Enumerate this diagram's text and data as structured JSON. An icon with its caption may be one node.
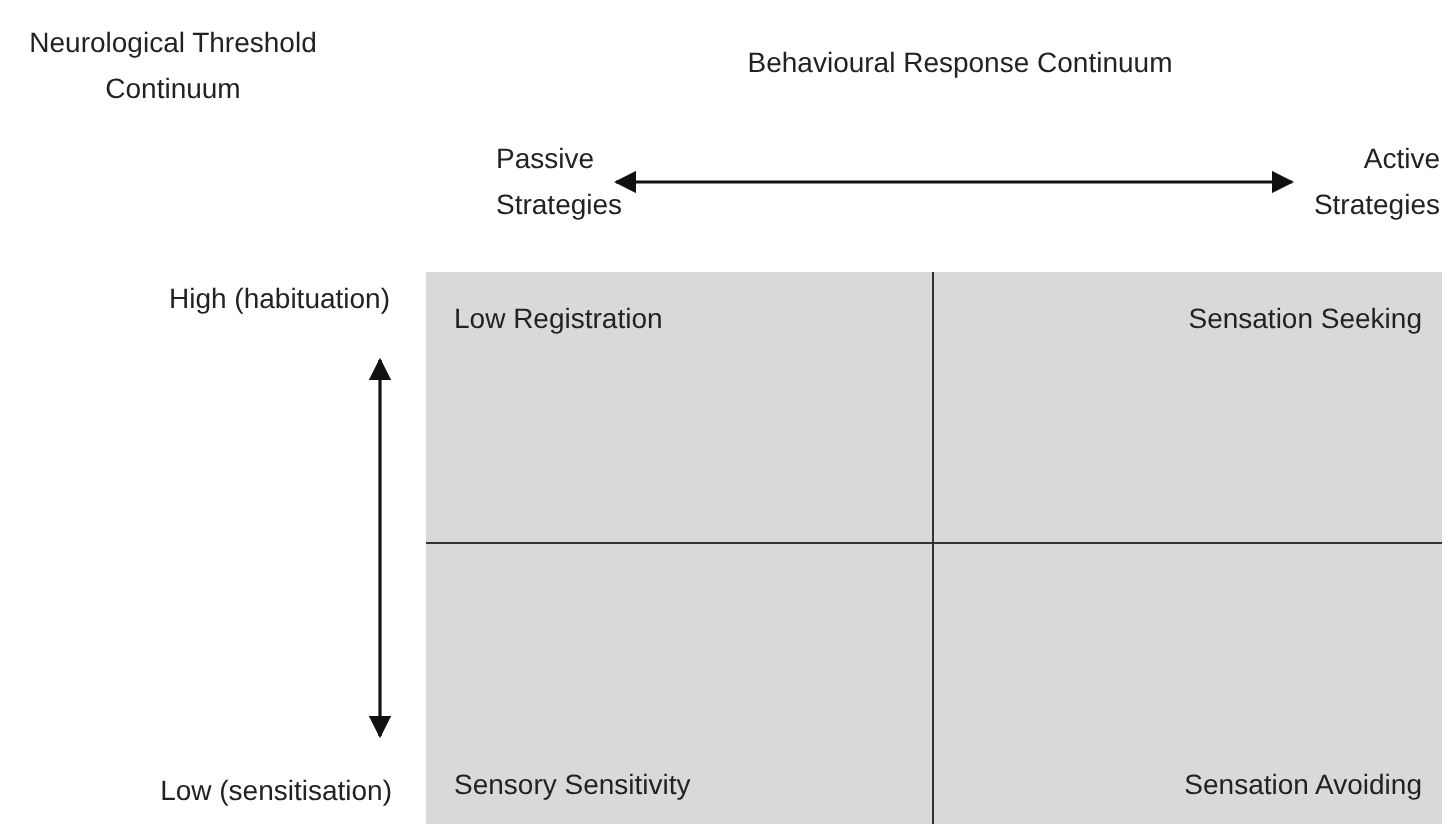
{
  "diagram": {
    "nodes": [
      {
        "text": [
          "Passive Strategies"
        ]
      },
      {
        "text": [
          "Active Strategies"
        ]
      },
      {
        "text": [
          "High (habituation)"
        ]
      },
      {
        "text": [
          "Low (sensitisation)"
        ]
      },
      {
        "text": [],
        "shape": "box"
      },
      {
        "text": [
          "Low Registration"
        ],
        "in": 4
      },
      {
        "text": [
          "Sensation Seeking"
        ],
        "in": 4
      },
      {
        "text": [
          "Sensory Sensitivity"
        ],
        "in": 4
      },
      {
        "text": [
          "Sensation Avoiding"
        ],
        "in": 4
      }
    ],
    "edges": [
      {
        "from": 0,
        "to": 1,
        "arrow": "both"
      },
      {
        "from": 2,
        "to": 3,
        "arrow": "both"
      }
    ],
    "labels": [
      "Neurological Threshold Continuum",
      "Behavioural Response Continuum"
    ]
  }
}
